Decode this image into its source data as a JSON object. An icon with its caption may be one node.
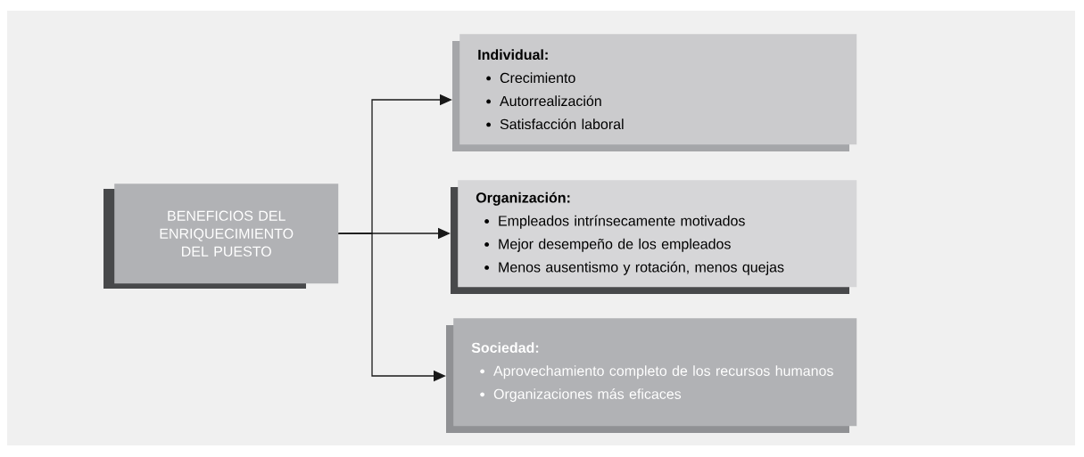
{
  "diagram": {
    "nodes": [
      {
        "text": [
          "BENEFICIOS DEL ENRIQUECIMIENTO DEL PUESTO"
        ]
      },
      {
        "text": [
          "Individual:",
          "Crecimiento",
          "Autorrealización",
          "Satisfacción laboral"
        ]
      },
      {
        "text": [
          "Organización:",
          "Empleados intrínsecamente motivados",
          "Mejor desempeño de los empleados",
          "Menos ausentismo y rotación, menos quejas"
        ]
      },
      {
        "text": [
          "Sociedad:",
          "Aprovechamiento completo de los recursos humanos",
          "Organizaciones más eficaces"
        ]
      }
    ],
    "edges": [
      {
        "from": 0,
        "to": 1,
        "arrow": "to"
      },
      {
        "from": 0,
        "to": 2,
        "arrow": "to"
      },
      {
        "from": 0,
        "to": 3,
        "arrow": "to"
      }
    ]
  }
}
